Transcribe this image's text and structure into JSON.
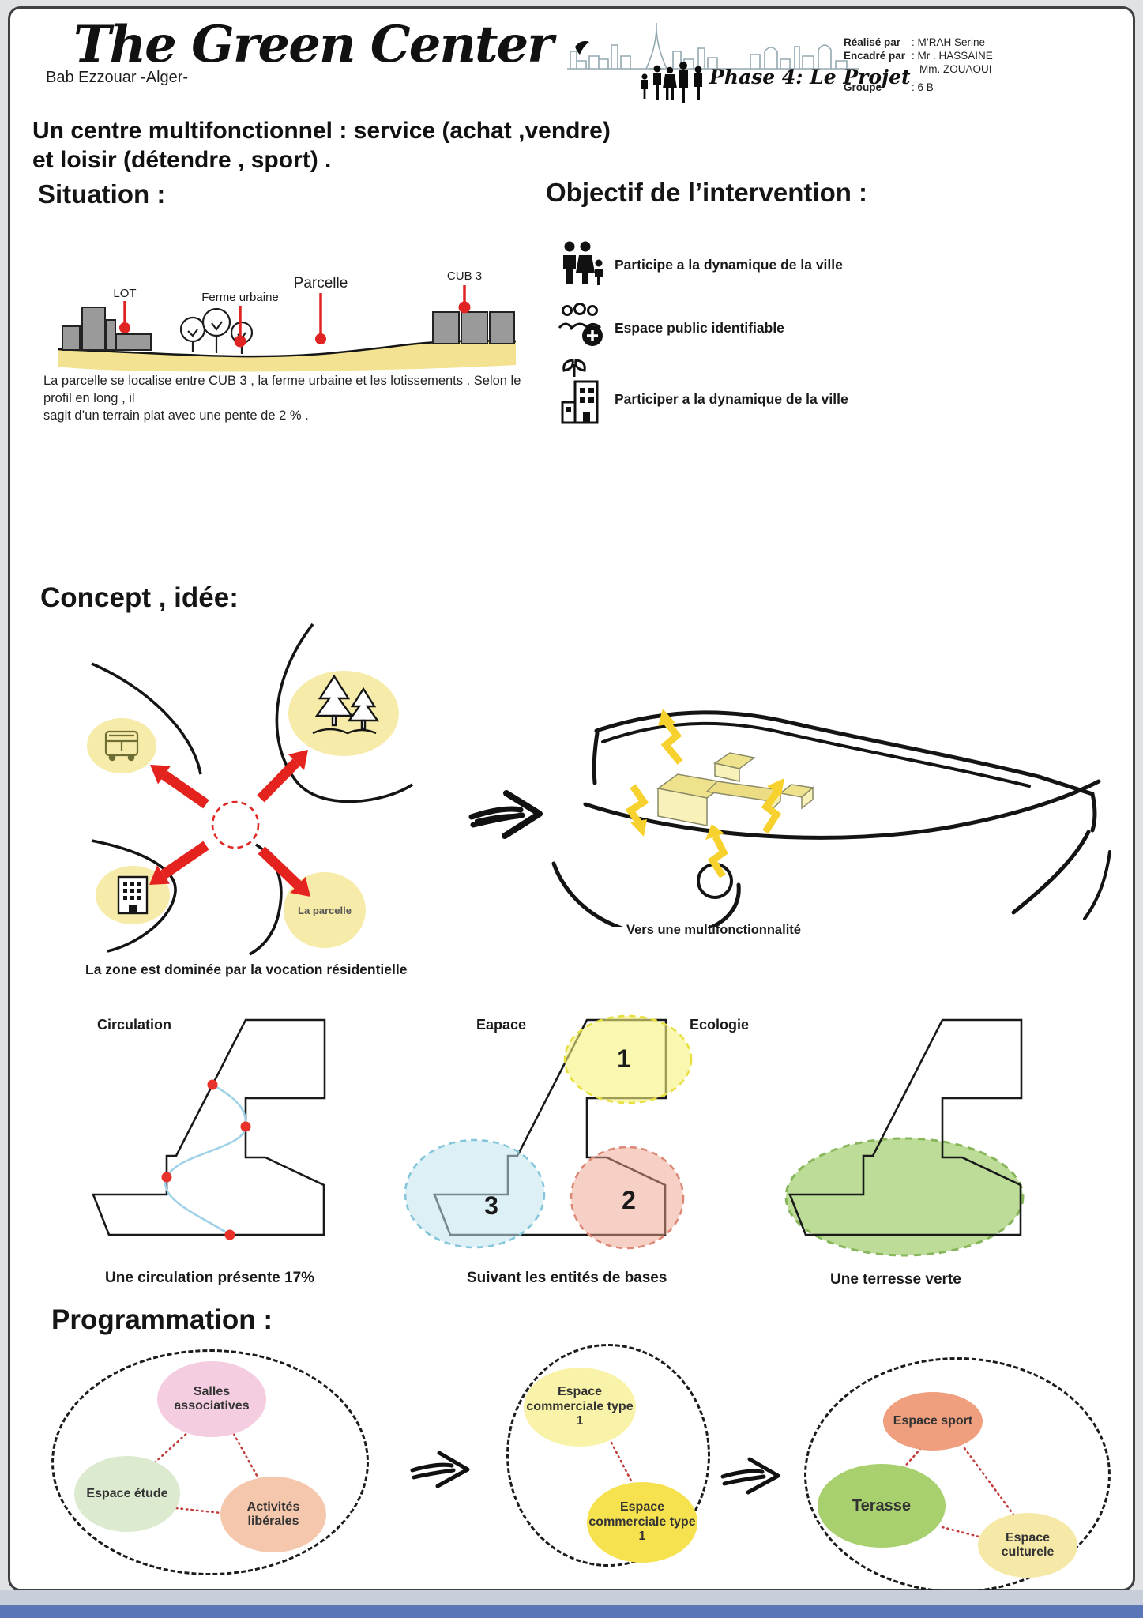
{
  "colors": {
    "accent_red": "#e02824",
    "ground_yellow": "#f2e292",
    "concept_yellow": "#f6eba8",
    "arrow_yellow": "#f7d22e",
    "circulation_blue": "#9fd2e8",
    "zone1_yellow": "#f7f27c",
    "zone2_red": "#f0a18b",
    "zone3_blue": "#bfe3ee",
    "eco_green": "#abd37e"
  },
  "header": {
    "title": "The Green Center",
    "location": "Bab Ezzouar -Alger-",
    "phase": "Phase 4: Le Projet",
    "credits": [
      {
        "label": "Réalisé par",
        "value": ": M’RAH Serine"
      },
      {
        "label": "Encadré par",
        "value": ": Mr . HASSAINE"
      },
      {
        "label": "",
        "value": "Mm. ZOUAOUI"
      },
      {
        "label": "Groupe",
        "value": ": 6 B"
      }
    ]
  },
  "intro": {
    "line1": "Un centre multifonctionnel : service (achat ,vendre)",
    "line2": "et loisir (détendre , sport) ."
  },
  "situation": {
    "heading": "Situation :",
    "profile_labels": {
      "lot": "LOT",
      "ferme_urbaine": "Ferme urbaine",
      "parcelle": "Parcelle",
      "cub3": "CUB 3"
    },
    "caption1": "La  parcelle  se localise  entre CUB 3 , la ferme urbaine  et  les lotissements . Selon le profil en long , il",
    "caption2": "sagit  d’un terrain plat avec une pente de 2 % ."
  },
  "objectifs": {
    "heading": "Objectif de l’intervention :",
    "items": [
      {
        "icon": "family-icon",
        "label": "Participe a la dynamique de la ville"
      },
      {
        "icon": "people-plus-icon",
        "label": "Espace public identifiable"
      },
      {
        "icon": "eco-building-icon",
        "label": "Participer a la dynamique de la ville"
      }
    ]
  },
  "concept": {
    "heading": "Concept , idée:",
    "parcel_label": "La parcelle",
    "left_caption": "La zone est dominée par la vocation résidentielle",
    "right_caption": "Vers une multifonctionnalité"
  },
  "analysis": {
    "panels": [
      {
        "title": "Circulation",
        "caption": "Une circulation présente 17%"
      },
      {
        "title": "Eapace",
        "caption": "Suivant les entités de bases",
        "zone1": "1",
        "zone2": "2",
        "zone3": "3"
      },
      {
        "title": "Ecologie",
        "caption": "Une terresse verte"
      }
    ]
  },
  "programmation": {
    "heading": "Programmation :",
    "clusters": [
      {
        "bubbles": [
          {
            "label": "Salles associatives",
            "color": "#f5cde0"
          },
          {
            "label": "Espace étude",
            "color": "#dcead0"
          },
          {
            "label": "Activités libérales",
            "color": "#f5c7ad"
          }
        ]
      },
      {
        "bubbles": [
          {
            "label": "Espace commerciale type 1",
            "color": "#f8f3a8"
          },
          {
            "label": "Espace commerciale type 1",
            "color": "#f6e14e"
          }
        ]
      },
      {
        "bubbles": [
          {
            "label": "Espace sport",
            "color": "#ef9f7e"
          },
          {
            "label": "Terasse",
            "color": "#a8d06f"
          },
          {
            "label": "Espace culturele",
            "color": "#f6e8a6"
          }
        ]
      }
    ]
  }
}
